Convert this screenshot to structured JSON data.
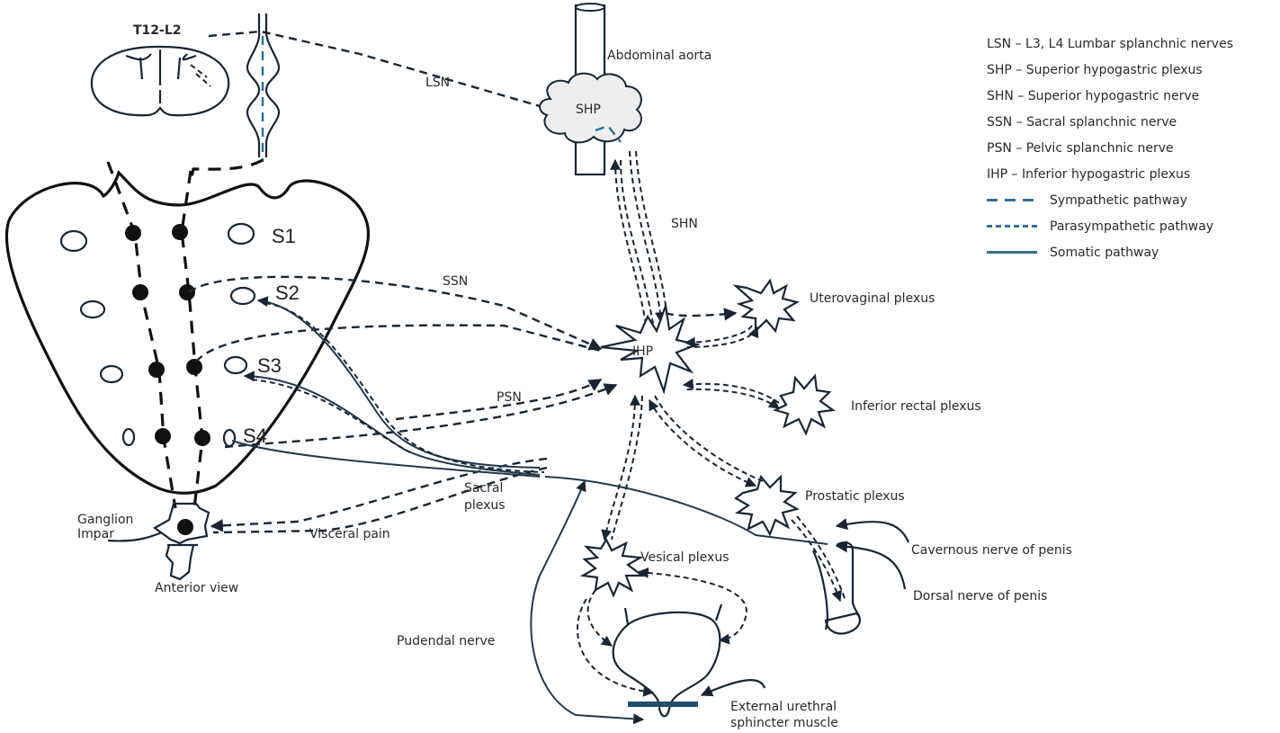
{
  "diagram": {
    "spinal_segment_label": "T12-L2",
    "sacrum": {
      "foramen_labels": [
        "S1",
        "S2",
        "S3",
        "S4"
      ],
      "view_label": "Anterior view",
      "ganglion_label_line1": "Ganglion",
      "ganglion_label_line2": "Impar"
    },
    "aorta_label": "Abdominal aorta",
    "nodes": {
      "shp": "SHP",
      "ihp": "IHP"
    },
    "nerve_labels": {
      "lsn": "LSN",
      "shn": "SHN",
      "ssn": "SSN",
      "psn": "PSN",
      "sacral_plexus_line1": "Sacral",
      "sacral_plexus_line2": "plexus",
      "visceral_pain": "Visceral pain",
      "pudendal_nerve": "Pudendal nerve",
      "cavernous_nerve": "Cavernous nerve of penis",
      "dorsal_nerve": "Dorsal nerve of penis",
      "sphincter_line1": "External urethral",
      "sphincter_line2": "sphincter muscle"
    },
    "plexus_labels": {
      "uterovaginal": "Uterovaginal plexus",
      "inferior_rectal": "Inferior rectal plexus",
      "prostatic": "Prostatic plexus",
      "vesical": "Vesical plexus"
    }
  },
  "legend": {
    "abbreviations": [
      "LSN – L3, L4 Lumbar splanchnic nerves",
      "SHP – Superior hypogastric plexus",
      "SHN – Superior hypogastric nerve",
      "SSN – Sacral splanchnic nerve",
      "PSN – Pelvic splanchnic nerve",
      "IHP – Inferior hypogastric plexus"
    ],
    "pathways": [
      {
        "label": "Sympathetic pathway",
        "style": "long-dash"
      },
      {
        "label": "Parasympathetic pathway",
        "style": "short-dash"
      },
      {
        "label": "Somatic pathway",
        "style": "solid"
      }
    ],
    "pathway_color": "#3a6f8f"
  }
}
